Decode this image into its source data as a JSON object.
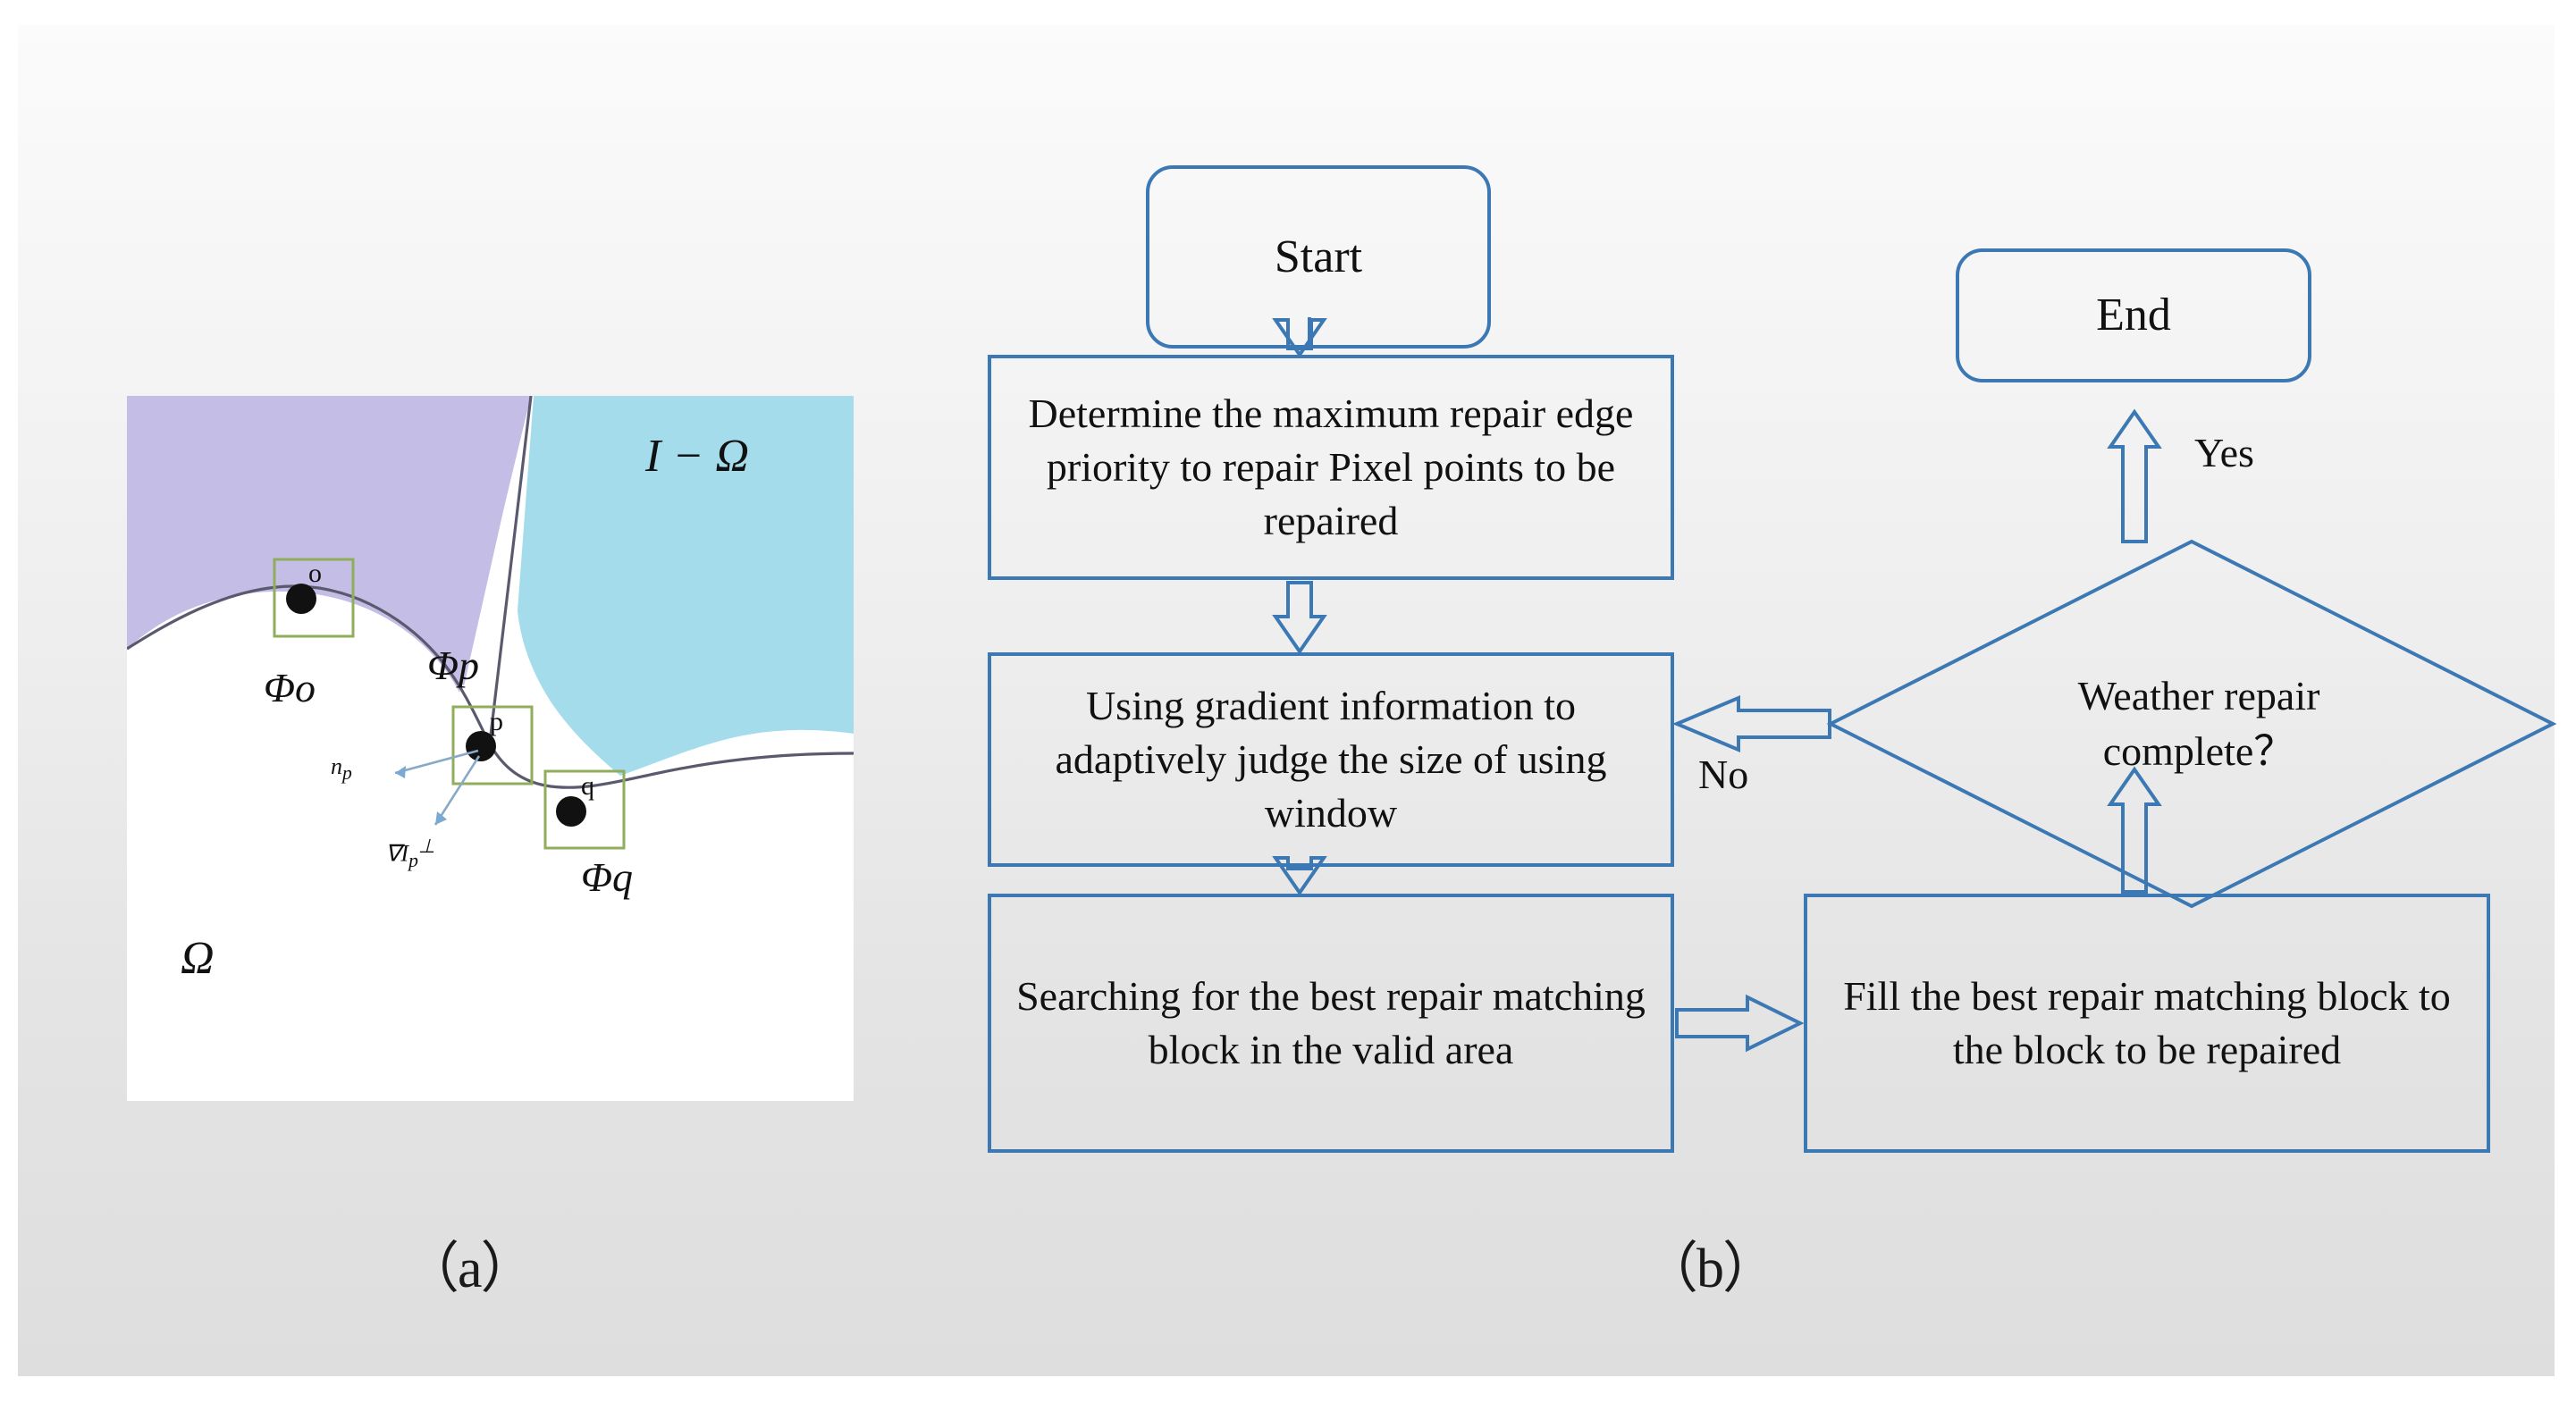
{
  "figure": {
    "captions": {
      "a": "（a）",
      "b": "（b）"
    }
  },
  "subfigure_a": {
    "name": "criminisi-inpainting-notation-diagram",
    "regions": {
      "source_region_label": "I − Ω",
      "target_region_label": "Ω",
      "patch_o_label": "Φo",
      "patch_p_label": "Φp",
      "patch_q_label": "Φq"
    },
    "points": [
      {
        "id": "o",
        "label": "o"
      },
      {
        "id": "p",
        "label": "p"
      },
      {
        "id": "q",
        "label": "q"
      }
    ],
    "vectors": [
      {
        "id": "normal",
        "label": "n p"
      },
      {
        "id": "isophote",
        "label": "∇I p ⊥"
      }
    ],
    "colors": {
      "purple_region": "#c4bde6",
      "cyan_region": "#a4dceb",
      "white_region": "#ffffff",
      "boundary_stroke": "#5a5a6e",
      "patch_box_stroke": "#8fad5a",
      "vector_stroke": "#7aa9d4",
      "point_fill": "#111111"
    }
  },
  "flowchart": {
    "accent_color": "#3b78b4",
    "nodes": [
      {
        "id": "start",
        "type": "terminator",
        "label": "Start"
      },
      {
        "id": "determine",
        "type": "process",
        "label": "Determine the maximum repair edge priority to repair Pixel points to be repaired"
      },
      {
        "id": "gradient",
        "type": "process",
        "label": "Using gradient information to adaptively judge the size of using window"
      },
      {
        "id": "search",
        "type": "process",
        "label": "Searching for the best repair matching block in the valid area"
      },
      {
        "id": "fill",
        "type": "process",
        "label": "Fill the best repair matching block to the block to be repaired"
      },
      {
        "id": "decision",
        "type": "decision",
        "label": "Weather repair complete？"
      },
      {
        "id": "end",
        "type": "terminator",
        "label": "End"
      }
    ],
    "edges": [
      {
        "from": "start",
        "to": "determine",
        "label": ""
      },
      {
        "from": "determine",
        "to": "gradient",
        "label": ""
      },
      {
        "from": "gradient",
        "to": "search",
        "label": ""
      },
      {
        "from": "search",
        "to": "fill",
        "label": ""
      },
      {
        "from": "fill",
        "to": "decision",
        "label": ""
      },
      {
        "from": "decision",
        "to": "end",
        "label": "Yes"
      },
      {
        "from": "decision",
        "to": "gradient",
        "label": "No"
      }
    ],
    "edge_labels": {
      "yes": "Yes",
      "no": "No"
    }
  }
}
